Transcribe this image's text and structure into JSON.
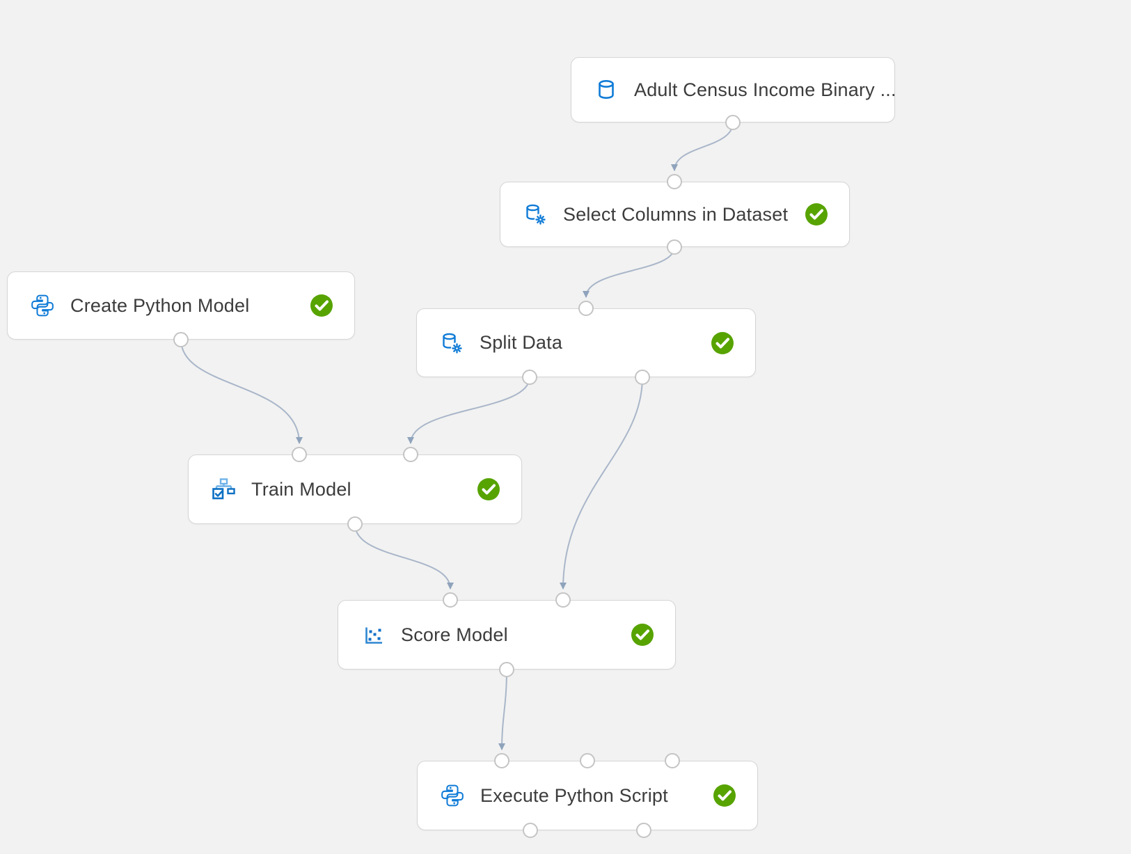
{
  "canvas": {
    "background_color": "#F2F2F2",
    "node_border_color": "#D5D5D5",
    "accent_blue": "#0F7BD7",
    "success_green": "#57A300",
    "edge_color": "#A9B6C9",
    "arrow_color": "#8FA3BC"
  },
  "nodes": [
    {
      "id": "adult-census-income-binary",
      "label": "Adult Census Income Binary ...",
      "icon": "dataset-cylinder-icon",
      "status": null,
      "inputs": 0,
      "outputs": 1
    },
    {
      "id": "select-columns-in-dataset",
      "label": "Select Columns in Dataset",
      "icon": "dataset-gear-icon",
      "status": "succeeded",
      "inputs": 1,
      "outputs": 1
    },
    {
      "id": "create-python-model",
      "label": "Create Python Model",
      "icon": "python-icon",
      "status": "succeeded",
      "inputs": 0,
      "outputs": 1
    },
    {
      "id": "split-data",
      "label": "Split Data",
      "icon": "dataset-gear-icon",
      "status": "succeeded",
      "inputs": 1,
      "outputs": 2
    },
    {
      "id": "train-model",
      "label": "Train Model",
      "icon": "train-model-icon",
      "status": "succeeded",
      "inputs": 2,
      "outputs": 1
    },
    {
      "id": "score-model",
      "label": "Score Model",
      "icon": "score-model-icon",
      "status": "succeeded",
      "inputs": 2,
      "outputs": 1
    },
    {
      "id": "execute-python-script",
      "label": "Execute Python Script",
      "icon": "python-icon",
      "status": "succeeded",
      "inputs": 3,
      "outputs": 2
    }
  ],
  "edges": [
    {
      "from": "adult-census-income-binary",
      "to": "select-columns-in-dataset"
    },
    {
      "from": "select-columns-in-dataset",
      "to": "split-data"
    },
    {
      "from": "create-python-model",
      "to": "train-model"
    },
    {
      "from": "split-data",
      "to": "train-model"
    },
    {
      "from": "split-data",
      "to": "score-model"
    },
    {
      "from": "train-model",
      "to": "score-model"
    },
    {
      "from": "score-model",
      "to": "execute-python-script"
    }
  ]
}
